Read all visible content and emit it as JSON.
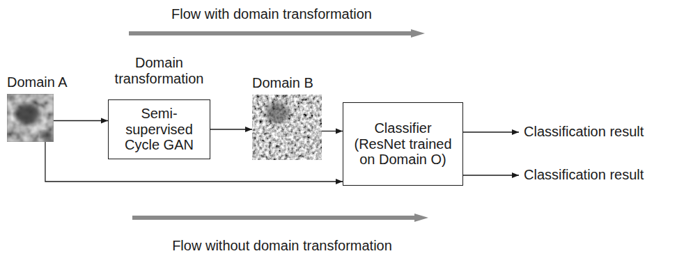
{
  "diagram": {
    "nodes": [
      {
        "text": [
          "Domain A"
        ]
      },
      {
        "text": [
          "Domain transformation",
          "Semi-supervised Cycle GAN"
        ]
      },
      {
        "text": [
          "Domain B"
        ]
      },
      {
        "text": [
          "Classifier (ResNet trained on Domain O)"
        ]
      }
    ],
    "edges": [
      {
        "from": 0,
        "to": 1,
        "arrow": "to"
      },
      {
        "from": 1,
        "to": 2,
        "arrow": "to"
      },
      {
        "from": 2,
        "to": 3,
        "arrow": "to"
      },
      {
        "from": 0,
        "to": 3,
        "arrow": "to"
      }
    ],
    "labels": [
      "Flow with domain transformation",
      "Classification result",
      "Classification result",
      "Flow without domain transformation"
    ]
  }
}
